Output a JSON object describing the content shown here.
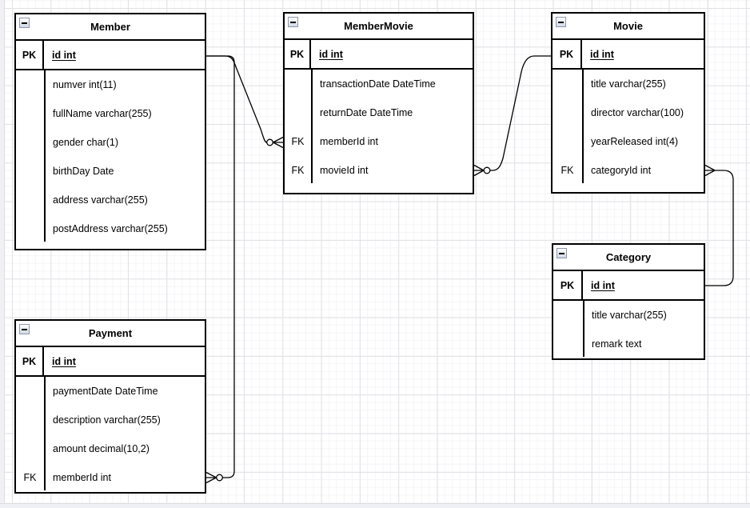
{
  "canvas": {
    "background": "#ffffff",
    "grid_minor_color": "#f5f5f8",
    "grid_major_color": "#e2e2e6",
    "stroke_color": "#000000",
    "table_fill": "#ffffff"
  },
  "icons": {
    "collapse": "minus"
  },
  "tables": {
    "member": {
      "title": "Member",
      "pk_key": "PK",
      "pk_field": "id int",
      "fields": [
        {
          "key": "",
          "label": "numver int(11)"
        },
        {
          "key": "",
          "label": "fullName varchar(255)"
        },
        {
          "key": "",
          "label": "gender char(1)"
        },
        {
          "key": "",
          "label": "birthDay Date"
        },
        {
          "key": "",
          "label": "address varchar(255)"
        },
        {
          "key": "",
          "label": "postAddress varchar(255)"
        }
      ]
    },
    "membermovie": {
      "title": "MemberMovie",
      "pk_key": "PK",
      "pk_field": "id int",
      "fields": [
        {
          "key": "",
          "label": "transactionDate DateTime"
        },
        {
          "key": "",
          "label": "returnDate DateTime"
        },
        {
          "key": "FK",
          "label": "memberId int"
        },
        {
          "key": "FK",
          "label": "movieId int"
        }
      ]
    },
    "movie": {
      "title": "Movie",
      "pk_key": "PK",
      "pk_field": "id int",
      "fields": [
        {
          "key": "",
          "label": "title varchar(255)"
        },
        {
          "key": "",
          "label": "director varchar(100)"
        },
        {
          "key": "",
          "label": "yearReleased int(4)"
        },
        {
          "key": "FK",
          "label": "categoryId int"
        }
      ]
    },
    "category": {
      "title": "Category",
      "pk_key": "PK",
      "pk_field": "id int",
      "fields": [
        {
          "key": "",
          "label": "title varchar(255)"
        },
        {
          "key": "",
          "label": "remark text"
        }
      ]
    },
    "payment": {
      "title": "Payment",
      "pk_key": "PK",
      "pk_field": "id int",
      "fields": [
        {
          "key": "",
          "label": "paymentDate DateTime"
        },
        {
          "key": "",
          "label": "description varchar(255)"
        },
        {
          "key": "",
          "label": "amount decimal(10,2)"
        },
        {
          "key": "FK",
          "label": "memberId int"
        }
      ]
    }
  },
  "relations": [
    {
      "from": "Member.id",
      "to": "MemberMovie.memberId",
      "end_marker": "zero-or-many"
    },
    {
      "from": "Member.id",
      "to": "Payment.memberId",
      "end_marker": "zero-or-many"
    },
    {
      "from": "Movie.id",
      "to": "MemberMovie.movieId",
      "end_marker": "zero-or-many"
    },
    {
      "from": "Category.id",
      "to": "Movie.categoryId",
      "end_marker": "many"
    }
  ]
}
